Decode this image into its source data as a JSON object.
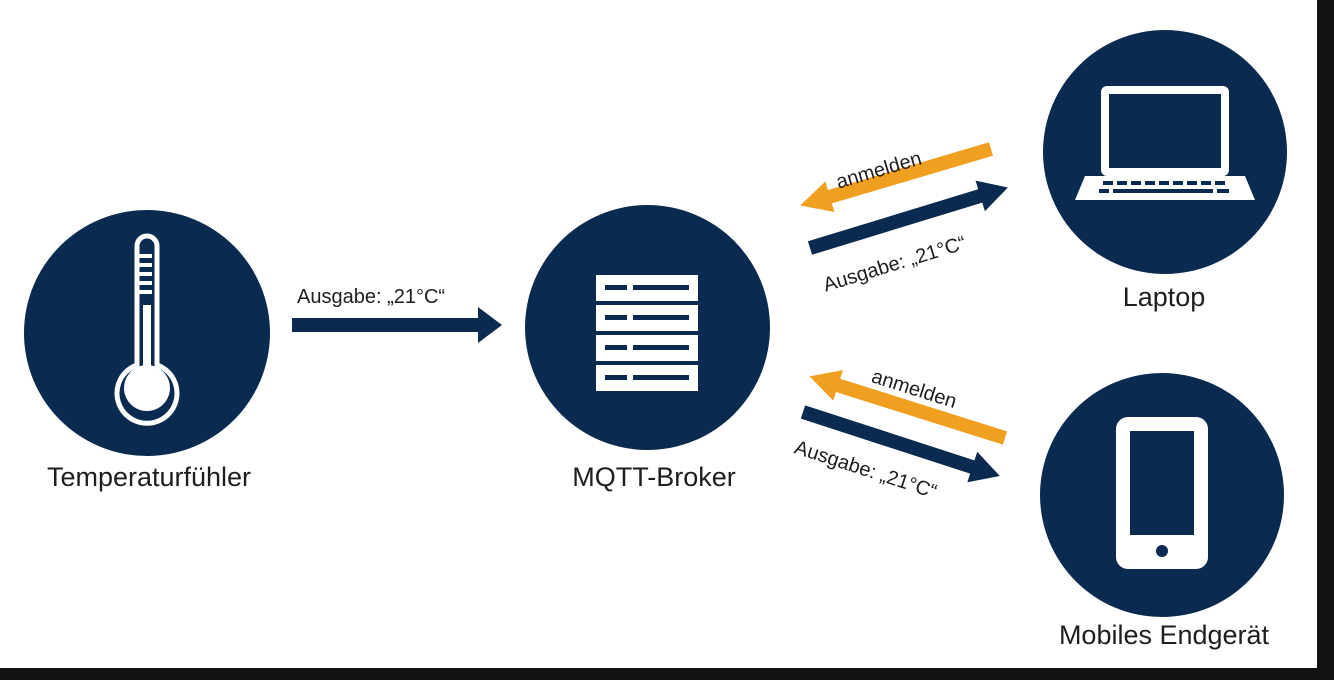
{
  "colors": {
    "node": "#0b2a4f",
    "icon": "#ffffff",
    "data_arrow": "#0b2a4f",
    "subscribe_arrow": "#f0a020",
    "text": "#1e1e1e"
  },
  "nodes": {
    "sensor": {
      "label": "Temperaturfühler",
      "icon": "thermometer-icon"
    },
    "broker": {
      "label": "MQTT-Broker",
      "icon": "server-rack-icon"
    },
    "laptop": {
      "label": "Laptop",
      "icon": "laptop-icon"
    },
    "mobile": {
      "label": "Mobiles Endgerät",
      "icon": "smartphone-icon"
    }
  },
  "edges": {
    "sensor_to_broker": {
      "label": "Ausgabe: „21°C“"
    },
    "laptop_subscribe": {
      "label": "anmelden"
    },
    "broker_to_laptop": {
      "label": "Ausgabe: „21°C“"
    },
    "mobile_subscribe": {
      "label": "anmelden"
    },
    "broker_to_mobile": {
      "label": "Ausgabe: „21°C“"
    }
  }
}
